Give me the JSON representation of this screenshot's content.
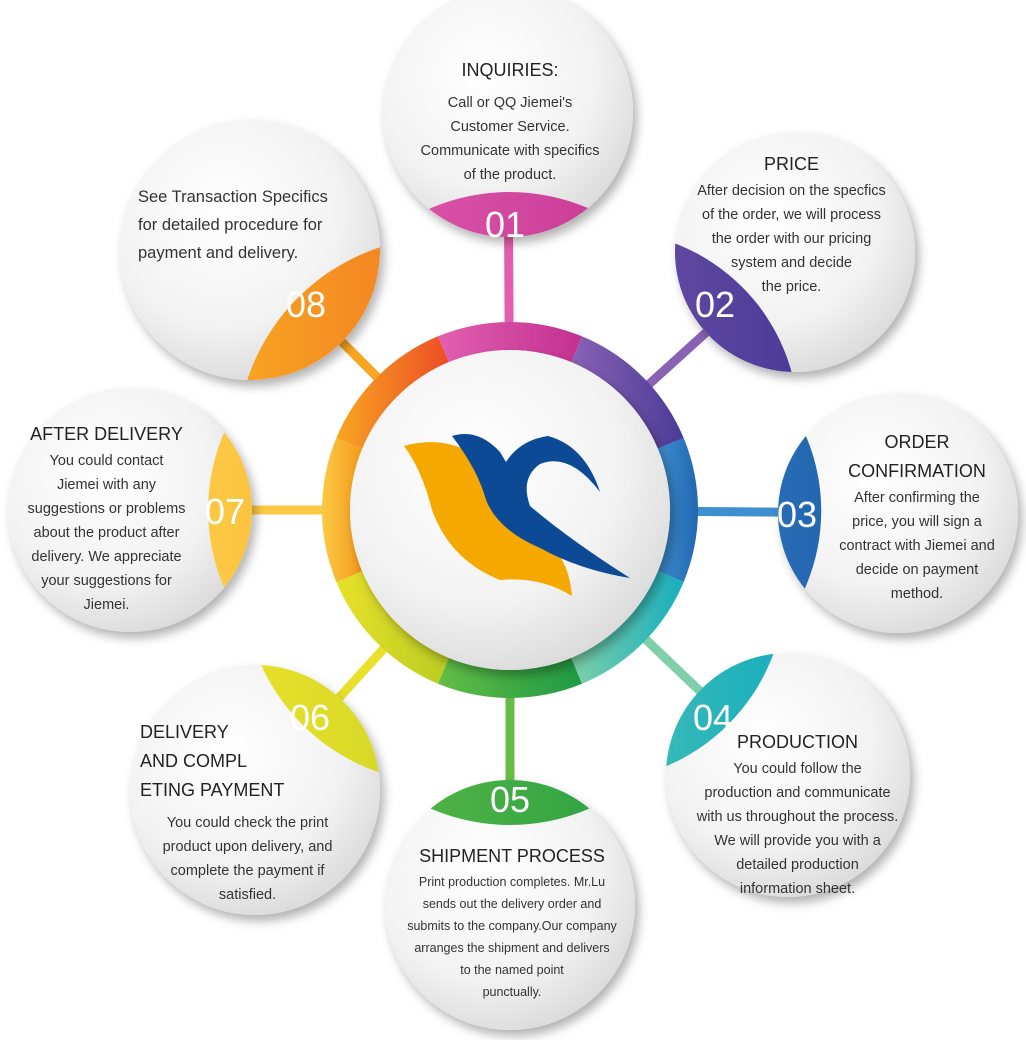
{
  "steps": [
    {
      "number": "01",
      "title": [
        "INQUIRIES:"
      ],
      "body": [
        "Call or QQ Jiemei's",
        "Customer Service.",
        "Communicate with specifics",
        "of the product."
      ],
      "color": "#c2308f",
      "color2": "#e25fb0"
    },
    {
      "number": "02",
      "title": [
        "PRICE"
      ],
      "body": [
        "After decision on the specfics",
        "of the order, we will process",
        "the order with our pricing",
        "system and decide",
        "the price."
      ],
      "color": "#4a3b98",
      "color2": "#8a62b4"
    },
    {
      "number": "03",
      "title": [
        "ORDER",
        "CONFIRMATION"
      ],
      "body": [
        "After confirming the",
        "price, you will sign a",
        "contract with Jiemei and",
        "decide on payment",
        "method."
      ],
      "color": "#2367b0",
      "color2": "#3d8fd0"
    },
    {
      "number": "04",
      "title": [
        "PRODUCTION"
      ],
      "body": [
        "You could follow the",
        "production and communicate",
        "with us throughout the process.",
        "We will provide you with a",
        "detailed production",
        "information sheet."
      ],
      "color": "#16aebe",
      "color2": "#7fd0a8"
    },
    {
      "number": "05",
      "title": [
        "SHIPMENT PROCESS"
      ],
      "body": [
        "Print production completes. Mr.Lu",
        "sends out the delivery order and",
        "submits to the company.Our company",
        "arranges the shipment and delivers",
        "to the named point",
        "punctually."
      ],
      "color": "#1e9a45",
      "color2": "#63bd45"
    },
    {
      "number": "06",
      "title": [
        "DELIVERY",
        "AND COMPL",
        "ETING PAYMENT"
      ],
      "body": [
        "You could check the print",
        "product upon delivery, and",
        "complete the payment if",
        "satisfied."
      ],
      "color": "#b9cc22",
      "color2": "#e8e02a"
    },
    {
      "number": "07",
      "title": [
        "AFTER DELIVERY"
      ],
      "body": [
        "You could contact",
        "Jiemei with any",
        "suggestions or problems",
        "about the product after",
        "delivery. We appreciate",
        "your suggestions for",
        "Jiemei."
      ],
      "color": "#f39a1c",
      "color2": "#fcc944"
    },
    {
      "number": "08",
      "title": [],
      "body": [
        "See Transaction Specifics",
        "for detailed procedure for",
        "payment and delivery."
      ],
      "color": "#ec4d24",
      "color2": "#f8a522"
    }
  ],
  "logo": {
    "name": "bird-logo",
    "colors": [
      "#f5a800",
      "#0d4a96"
    ]
  }
}
